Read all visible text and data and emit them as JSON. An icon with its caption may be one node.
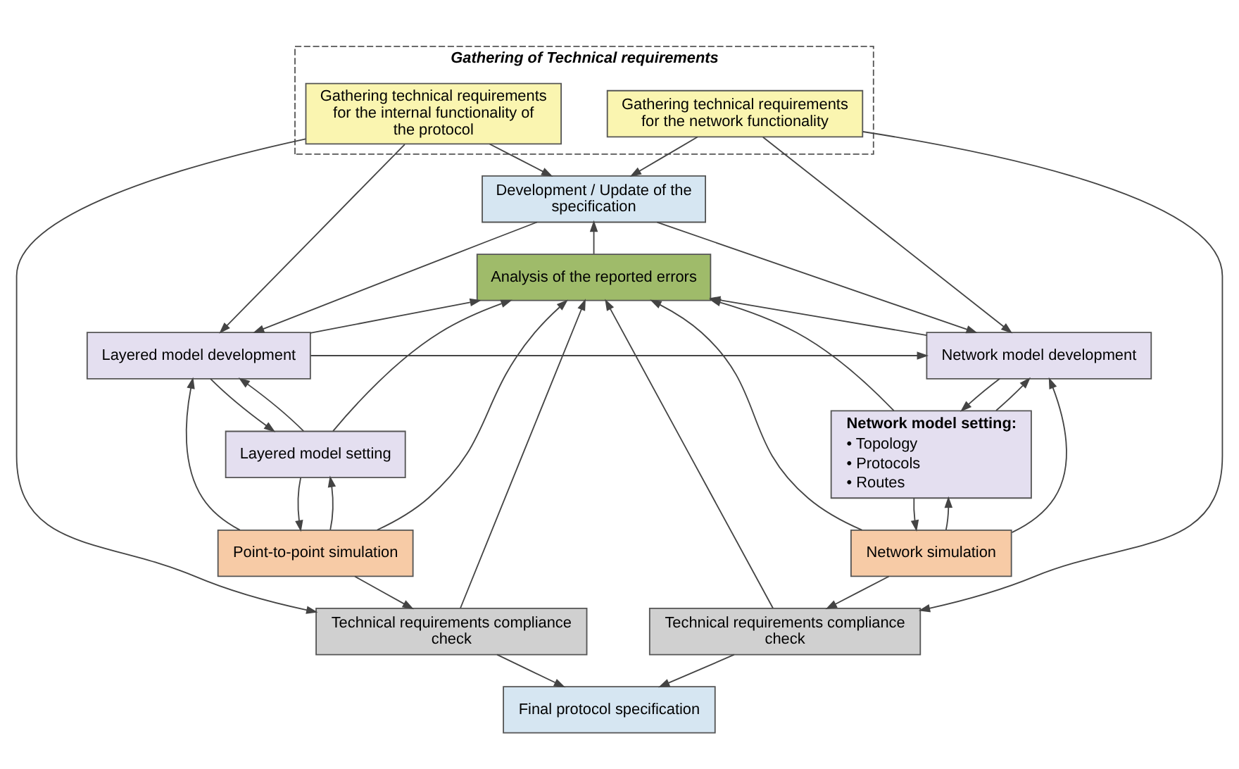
{
  "diagram": {
    "nodes": [
      {
        "text": [
          "Gathering of Technical requirements"
        ]
      },
      {
        "text": [
          "Gathering technical requirements for the internal functionality of the protocol"
        ],
        "in": 0
      },
      {
        "text": [
          "Gathering technical requirements for the network functionality"
        ],
        "in": 0
      },
      {
        "text": [
          "Development / Update of the specification"
        ]
      },
      {
        "text": [
          "Analysis of the reported errors"
        ]
      },
      {
        "text": [
          "Layered model development"
        ]
      },
      {
        "text": [
          "Network model development"
        ]
      },
      {
        "text": [
          "Layered model setting"
        ]
      },
      {
        "text": [
          "Network model setting:",
          "• Topology",
          "• Protocols",
          "• Routes"
        ]
      },
      {
        "text": [
          "Point-to-point simulation"
        ]
      },
      {
        "text": [
          "Network simulation"
        ]
      },
      {
        "text": [
          "Technical requirements compliance check"
        ]
      },
      {
        "text": [
          "Technical requirements compliance check"
        ]
      },
      {
        "text": [
          "Final protocol specification"
        ]
      }
    ],
    "edges": [
      {
        "from": 1,
        "to": 3,
        "arrow": "to"
      },
      {
        "from": 2,
        "to": 3,
        "arrow": "to"
      },
      {
        "from": 1,
        "to": 5,
        "arrow": "to"
      },
      {
        "from": 2,
        "to": 6,
        "arrow": "to"
      },
      {
        "from": 1,
        "to": 11,
        "arrow": "to"
      },
      {
        "from": 2,
        "to": 12,
        "arrow": "to"
      },
      {
        "from": 3,
        "to": 5,
        "arrow": "to"
      },
      {
        "from": 3,
        "to": 6,
        "arrow": "to"
      },
      {
        "from": 4,
        "to": 3,
        "arrow": "to"
      },
      {
        "from": 5,
        "to": 6,
        "arrow": "to"
      },
      {
        "from": 5,
        "to": 7,
        "arrow": "to"
      },
      {
        "from": 7,
        "to": 5,
        "arrow": "to"
      },
      {
        "from": 7,
        "to": 9,
        "arrow": "to"
      },
      {
        "from": 9,
        "to": 7,
        "arrow": "to"
      },
      {
        "from": 9,
        "to": 5,
        "arrow": "to"
      },
      {
        "from": 9,
        "to": 11,
        "arrow": "to"
      },
      {
        "from": 11,
        "to": 13,
        "arrow": "to"
      },
      {
        "from": 6,
        "to": 8,
        "arrow": "to"
      },
      {
        "from": 8,
        "to": 6,
        "arrow": "to"
      },
      {
        "from": 8,
        "to": 10,
        "arrow": "to"
      },
      {
        "from": 10,
        "to": 8,
        "arrow": "to"
      },
      {
        "from": 10,
        "to": 6,
        "arrow": "to"
      },
      {
        "from": 10,
        "to": 12,
        "arrow": "to"
      },
      {
        "from": 12,
        "to": 13,
        "arrow": "to"
      },
      {
        "from": 5,
        "to": 4,
        "arrow": "to"
      },
      {
        "from": 7,
        "to": 4,
        "arrow": "to"
      },
      {
        "from": 9,
        "to": 4,
        "arrow": "to"
      },
      {
        "from": 11,
        "to": 4,
        "arrow": "to"
      },
      {
        "from": 6,
        "to": 4,
        "arrow": "to"
      },
      {
        "from": 8,
        "to": 4,
        "arrow": "to"
      },
      {
        "from": 10,
        "to": 4,
        "arrow": "to"
      },
      {
        "from": 12,
        "to": 4,
        "arrow": "to"
      }
    ]
  }
}
